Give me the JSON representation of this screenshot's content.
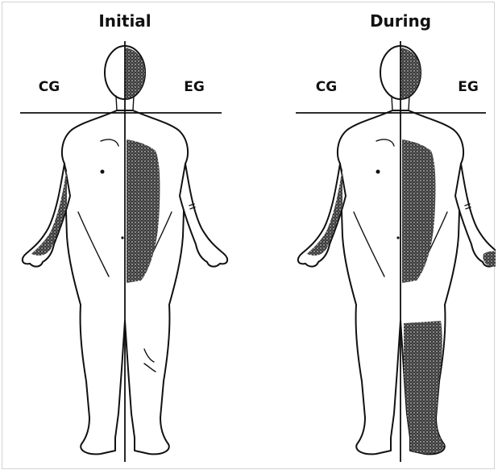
{
  "panels": [
    {
      "title": "Initial",
      "left_label": "CG",
      "right_label": "EG",
      "shaded_regions": [
        "head-right-half",
        "trunk-right-half",
        "left-arm"
      ]
    },
    {
      "title": "During",
      "left_label": "CG",
      "right_label": "EG",
      "shaded_regions": [
        "head-right-half",
        "trunk-right-half",
        "left-arm",
        "right-hand",
        "right-leg"
      ]
    }
  ],
  "colors": {
    "outline": "#111111",
    "shading": "#2a2a2a",
    "background": "#ffffff"
  }
}
